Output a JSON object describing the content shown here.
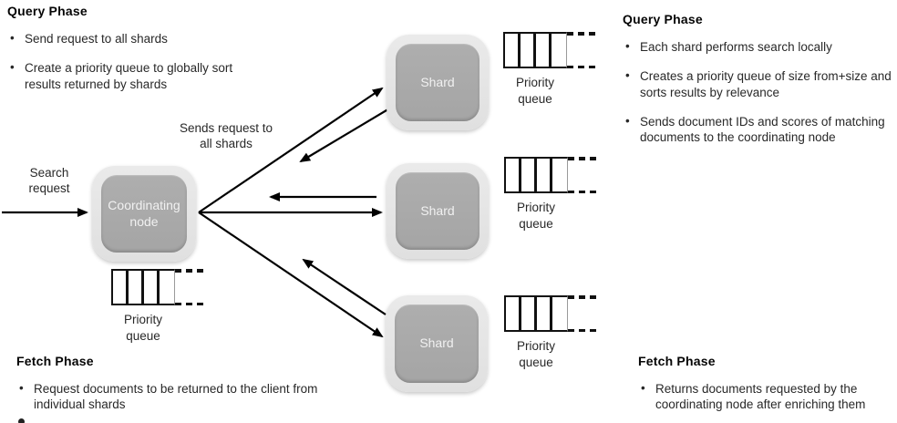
{
  "colors": {
    "background": "#ffffff",
    "node_outer": "#e5e5e5",
    "node_inner": "#a9a9a9",
    "node_text": "#f1f1f1",
    "arrow": "#000000",
    "text": "#282828"
  },
  "panels": {
    "query_left": {
      "heading": "Query Phase",
      "bullets": [
        "Send request to all shards",
        "Create a priority queue to globally sort results returned by shards"
      ]
    },
    "query_right": {
      "heading": "Query Phase",
      "bullets": [
        "Each shard performs search locally",
        "Creates a priority queue of size from+size and sorts results by relevance",
        "Sends document IDs and scores of matching documents to the coordinating node"
      ]
    },
    "fetch_left": {
      "heading": "Fetch Phase",
      "bullets": [
        "Request documents to be returned to the client from individual shards"
      ]
    },
    "fetch_right": {
      "heading": "Fetch Phase",
      "bullets": [
        "Returns documents requested by the coordinating node after enriching them"
      ]
    }
  },
  "diagram": {
    "coordinating_node_label": "Coordinating node",
    "shards": [
      "Shard",
      "Shard",
      "Shard"
    ],
    "queues": [
      "Priority queue",
      "Priority queue",
      "Priority queue",
      "Priority queue"
    ],
    "labels": {
      "search_request": "Search request",
      "sends_request": "Sends request to all shards"
    }
  }
}
